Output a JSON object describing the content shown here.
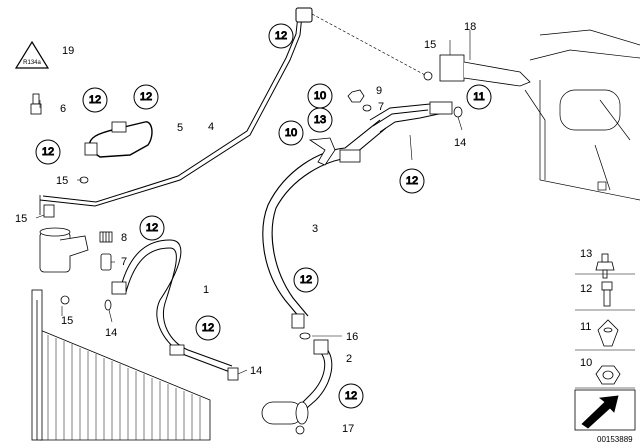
{
  "diagram": {
    "part_numbers": {
      "p1": "1",
      "p2": "2",
      "p3": "3",
      "p4": "4",
      "p5": "5",
      "p6": "6",
      "p7": "7",
      "p8": "8",
      "p9": "9",
      "p10": "10",
      "p11": "11",
      "p12": "12",
      "p13": "13",
      "p14": "14",
      "p15": "15",
      "p16": "16",
      "p17": "17",
      "p18": "18",
      "p19": "19"
    },
    "warning_symbol": "R134a",
    "reference_code": "00153889"
  }
}
